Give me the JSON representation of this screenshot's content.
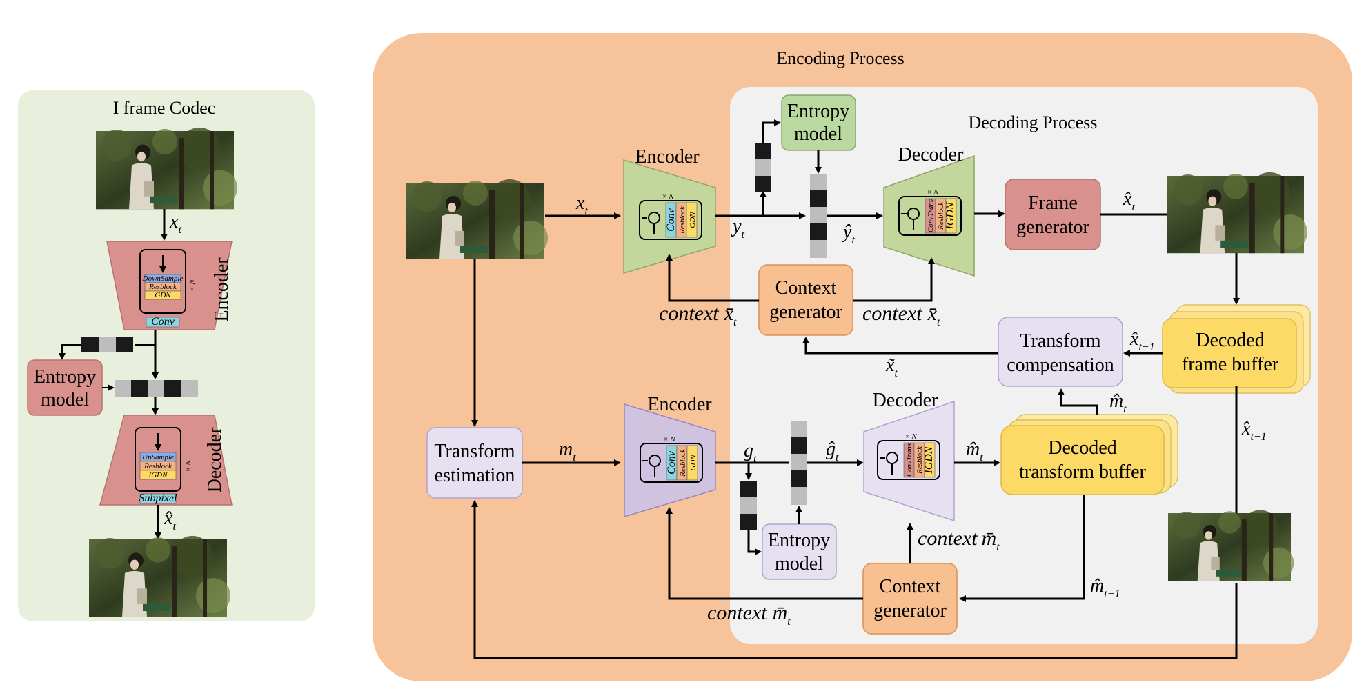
{
  "iframe": {
    "title": "I frame Codec",
    "input_var": "x",
    "input_sub": "t",
    "encoder_label": "Encoder",
    "decoder_label": "Decoder",
    "entropy_line1": "Entropy",
    "entropy_line2": "model",
    "enc_blocks": [
      "DownSample",
      "Resblock",
      "GDN"
    ],
    "enc_conv": "Conv",
    "dec_blocks": [
      "UpSample",
      "Resblock",
      "IGDN"
    ],
    "dec_subpixel": "Subpixel",
    "repeat": "× N",
    "output_var": "x̂",
    "output_sub": "t"
  },
  "main": {
    "encoding_title": "Encoding Process",
    "decoding_title": "Decoding Process",
    "encoder_top": "Encoder",
    "decoder_top": "Decoder",
    "encoder_bottom": "Encoder",
    "decoder_bottom": "Decoder",
    "enc_blocks": [
      "Conv",
      "Resblock",
      "GDN"
    ],
    "dec_blocks": [
      "ConvTrans",
      "Resblock",
      "IGDN"
    ],
    "repeat": "× N",
    "entropy_top": [
      "Entropy",
      "model"
    ],
    "entropy_bottom": [
      "Entropy",
      "model"
    ],
    "frame_generator": [
      "Frame",
      "generator"
    ],
    "context_gen_top": [
      "Context",
      "generator"
    ],
    "context_gen_bottom": [
      "Context",
      "generator"
    ],
    "transform_comp": [
      "Transform",
      "compensation"
    ],
    "transform_est": [
      "Transform",
      "estimation"
    ],
    "decoded_frame_buffer": [
      "Decoded",
      "frame buffer"
    ],
    "decoded_transform_buffer": [
      "Decoded",
      "transform buffer"
    ],
    "vars": {
      "x_t": "x",
      "t": "t",
      "y_t": "y",
      "yhat_t": "ŷ",
      "xhat_t": "x̂",
      "xhat_prev": "x̂",
      "t_minus_1": "t−1",
      "xtilde_t": "x̃",
      "m_t": "m",
      "g_t": "g",
      "ghat_t": "ĝ",
      "mhat_t": "m̂",
      "mhat_prev": "m̂"
    },
    "ctx_word": "context",
    "ctx_x_bar": "x̄",
    "ctx_m_bar": "m̄"
  },
  "colors": {
    "iframe_bg": "#e8efdc",
    "encoding_bg": "#f7c39a",
    "decoding_bg": "#f1f1f1",
    "green": "#c3d69b",
    "purple": "#cfc3e0",
    "red": "#d9918e",
    "orange": "#f8c090",
    "yellow": "#fdd965",
    "lavender": "#e6e0f0",
    "green_entropy": "#b9d9a0"
  }
}
